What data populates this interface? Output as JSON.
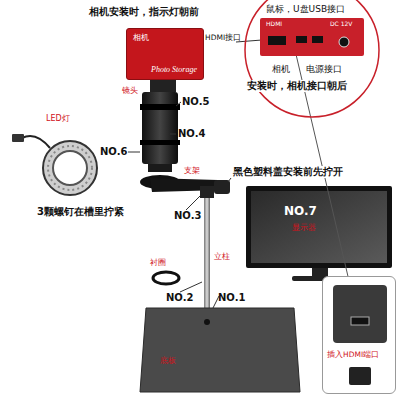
{
  "diagram": {
    "nodes": [
      {
        "text": [
          "相机",
          "Photo Storage"
        ]
      },
      {
        "text": [
          "鼠标，U盘USB接口",
          "相机",
          "电源接口"
        ]
      },
      {
        "text": [
          "HDMI",
          "DC 12V"
        ],
        "in": 1
      },
      {
        "text": [
          "NO.7",
          "显示器"
        ]
      },
      {
        "text": [
          "插入HDMI端口"
        ]
      },
      {
        "text": [
          "底板"
        ]
      }
    ],
    "edges": [
      {
        "from": 2,
        "to": 4,
        "arrow": "none"
      }
    ],
    "labels": [
      "相机安装时，指示灯朝前",
      "HDMI接口",
      "安装时，相机接口朝后",
      "NO.5",
      "镜头",
      "NO.4",
      "LED灯",
      "NO.6",
      "3颗螺钉在槽里拧紧",
      "支架",
      "黑色塑料盖安装前先拧开",
      "NO.3",
      "立柱",
      "衬圈",
      "NO.2",
      "NO.1"
    ]
  }
}
